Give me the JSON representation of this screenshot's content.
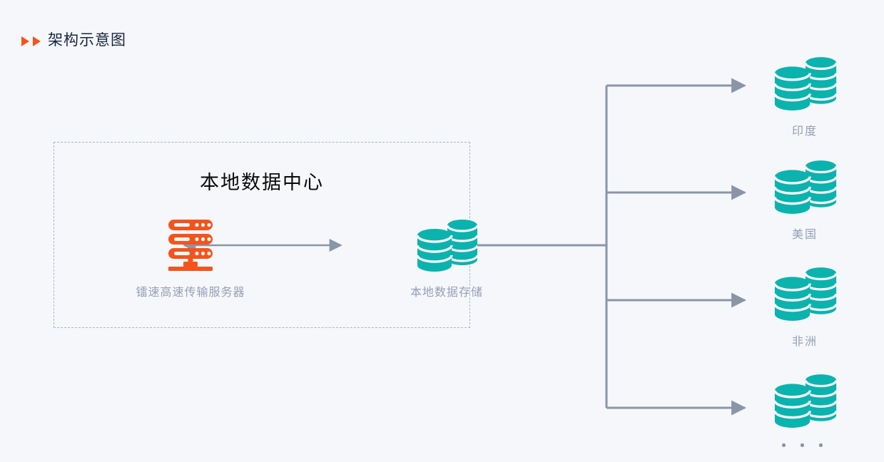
{
  "page": {
    "background_color": "#f5f7fa",
    "title": "架构示意图",
    "title_marker_icon": "double-triangle-right-icon",
    "accent_orange": "#f4541c",
    "accent_teal": "#0bb3ae",
    "line_color": "#8a95a8",
    "muted_text_color": "#95a0b5",
    "dashed_border_color": "#aab4cc"
  },
  "data_center": {
    "title": "本地数据中心",
    "nodes": [
      {
        "id": "transfer-server",
        "icon": "server-rack-icon",
        "icon_color": "#f4541c",
        "caption": "镭速高速传输服务器"
      },
      {
        "id": "local-storage",
        "icon": "database-stack-icon",
        "icon_color": "#0bb3ae",
        "caption": "本地数据存储"
      }
    ],
    "internal_link": {
      "type": "bidirectional-arrow",
      "color": "#8a95a8"
    }
  },
  "distribution": {
    "trunk": {
      "type": "branching-connector",
      "color": "#8a95a8",
      "direction": "left-to-right"
    },
    "targets": [
      {
        "id": "region-india",
        "icon": "database-stack-icon",
        "icon_color": "#0bb3ae",
        "caption": "印度"
      },
      {
        "id": "region-usa",
        "icon": "database-stack-icon",
        "icon_color": "#0bb3ae",
        "caption": "美国"
      },
      {
        "id": "region-africa",
        "icon": "database-stack-icon",
        "icon_color": "#0bb3ae",
        "caption": "非洲"
      },
      {
        "id": "region-more",
        "icon": "database-stack-icon",
        "icon_color": "#0bb3ae",
        "caption": "• • •"
      }
    ]
  }
}
